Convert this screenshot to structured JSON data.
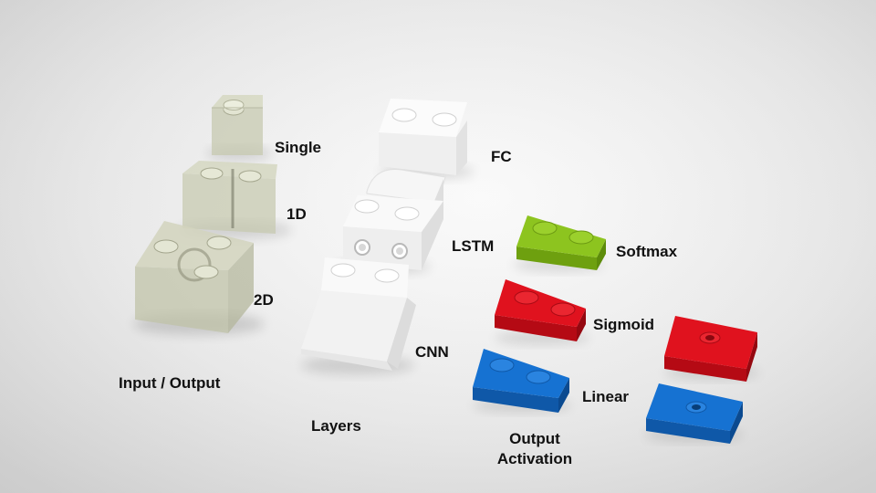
{
  "input_output": {
    "heading": "Input / Output",
    "items": [
      "Single",
      "1D",
      "2D"
    ]
  },
  "layers": {
    "heading": "Layers",
    "items": [
      "FC",
      "LSTM",
      "CNN"
    ]
  },
  "output_activation": {
    "heading_line1": "Output",
    "heading_line2": "Activation",
    "items": [
      "Softmax",
      "Sigmoid",
      "Linear"
    ]
  },
  "colors": {
    "transparent_brick": "#c9ccb0",
    "white_brick": "#f4f4f4",
    "softmax_brick": "#8cc21e",
    "sigmoid_brick": "#e0101c",
    "linear_brick": "#1672d2"
  }
}
